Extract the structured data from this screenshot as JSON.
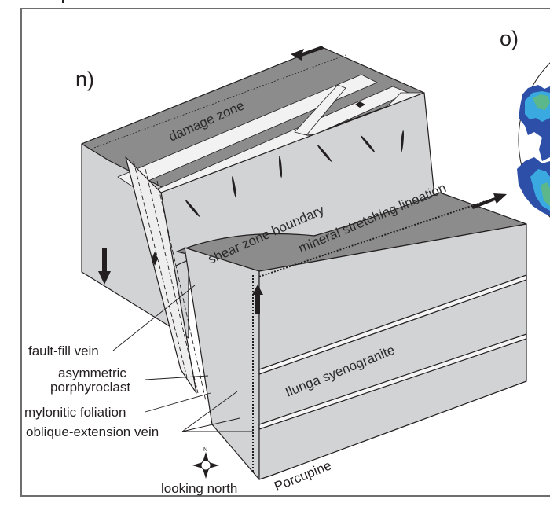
{
  "figure": {
    "panel_labels": {
      "n": "n)",
      "o": "o)"
    },
    "block_labels": {
      "damage_zone": "damage zone",
      "shear_zone_boundary": "shear zone boundary",
      "mineral_stretching_lineation": "mineral stretching lineation",
      "host_rock": "Ilunga syenogranite",
      "locality": "Porcupine"
    },
    "callouts": [
      {
        "id": "fault-fill-vein",
        "text": "fault-fill vein"
      },
      {
        "id": "asymmetric-porphyroclast",
        "lines": [
          "asymmetric",
          "porphyroclast"
        ]
      },
      {
        "id": "mylonitic-foliation",
        "text": "mylonitic foliation"
      },
      {
        "id": "oblique-extension-vein",
        "text": "oblique-extension vein"
      }
    ],
    "compass": {
      "north_letter": "N",
      "caption": "looking north"
    },
    "colors": {
      "block_top_dark": "#8c8c8c",
      "block_face_light": "#d2d3d5",
      "vein_white": "#f2f2f2",
      "outline": "#231f20",
      "stereonet_level1": "#2e4fa8",
      "stereonet_level2": "#39a9e0",
      "stereonet_level3": "#5cb88a"
    }
  }
}
